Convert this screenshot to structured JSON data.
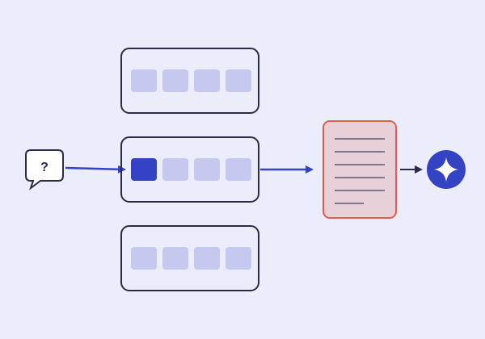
{
  "query": {
    "text": "?",
    "icon": "speech-bubble-icon"
  },
  "groups": [
    {
      "id": "group-1",
      "slots": 4,
      "selected_index": null
    },
    {
      "id": "group-2",
      "slots": 4,
      "selected_index": 0
    },
    {
      "id": "group-3",
      "slots": 4,
      "selected_index": null
    }
  ],
  "document": {
    "icon": "document-icon",
    "lines": 6
  },
  "output": {
    "icon": "sparkle-icon"
  },
  "colors": {
    "background": "#ecedfa",
    "outline": "#2a2b4a",
    "slot": "#c5c8ef",
    "slot_selected": "#3443c3",
    "arrow_primary": "#3443c3",
    "arrow_secondary": "#2a2b4a",
    "doc_fill": "#e8d0d8",
    "doc_border": "#d9614d",
    "doc_line": "#5a5a6e",
    "circle": "#3443c3",
    "sparkle": "#ffffff"
  }
}
